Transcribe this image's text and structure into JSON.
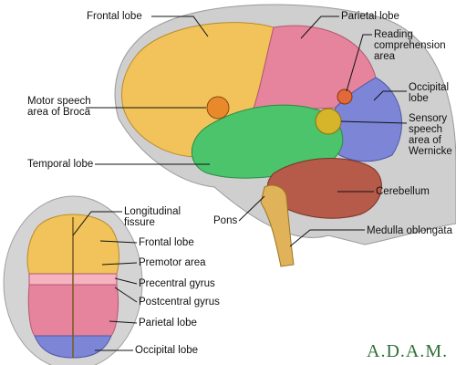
{
  "labels": {
    "frontal_lobe": "Frontal lobe",
    "parietal_lobe": "Parietal lobe",
    "reading_comprehension": [
      "Reading",
      "comprehension",
      "area"
    ],
    "occipital_lobe": [
      "Occipital",
      "lobe"
    ],
    "motor_speech_broca": [
      "Motor speech",
      "area of Broca"
    ],
    "sensory_speech_wernicke": [
      "Sensory",
      "speech",
      "area of",
      "Wernicke"
    ],
    "temporal_lobe": "Temporal lobe",
    "cerebellum": "Cerebellum",
    "pons": "Pons",
    "medulla_oblongata": "Medulla oblongata",
    "longitudinal_fissure": [
      "Longitudinal",
      "fissure"
    ],
    "top_frontal_lobe": "Frontal lobe",
    "premotor_area": "Premotor area",
    "precentral_gyrus": "Precentral gyrus",
    "postcentral_gyrus": "Postcentral gyrus",
    "top_parietal_lobe": "Parietal lobe",
    "top_occipital_lobe": "Occipital lobe"
  },
  "logo": "A.D.A.M.",
  "colors": {
    "frontal": "#f1c35a",
    "parietal": "#e5849c",
    "temporal": "#4bc46b",
    "occipital": "#7d86d6",
    "cerebellum": "#b65a4a",
    "broca": "#e88a2c",
    "wernicke": "#d6b52a",
    "reading": "#e26a3a"
  }
}
